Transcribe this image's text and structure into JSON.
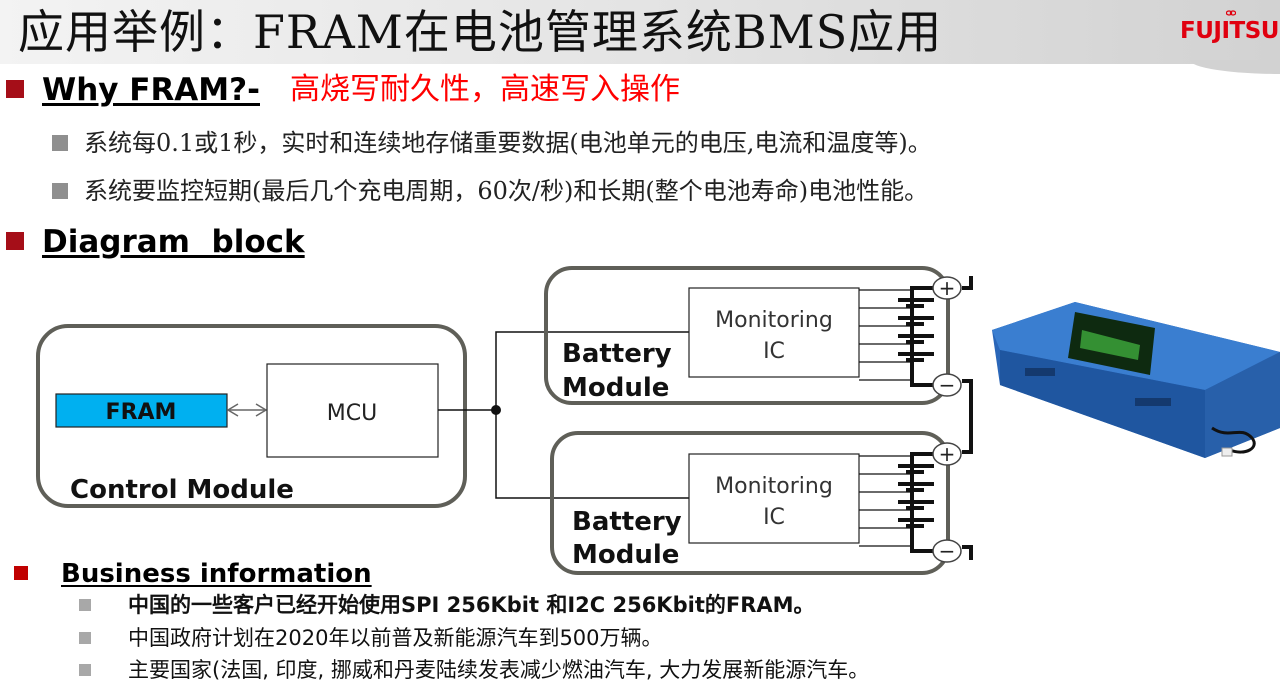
{
  "header": {
    "title": "应用举例：FRAM在电池管理系统BMS应用",
    "logo": "FUJITSU"
  },
  "why": {
    "heading": "Why FRAM?-",
    "subtitle": "高烧写耐久性，高速写入操作",
    "bullets": [
      "系统每0.1或1秒，实时和连续地存储重要数据(电池单元的电压,电流和温度等)。",
      "系统要监控短期(最后几个充电周期，60次/秒)和长期(整个电池寿命)电池性能。"
    ]
  },
  "diagram": {
    "heading": "Diagram  block",
    "control_module": {
      "label": "Control Module",
      "fram": "FRAM",
      "mcu": "MCU"
    },
    "battery_modules": [
      {
        "label_line1": "Battery",
        "label_line2": "Module",
        "ic_line1": "Monitoring",
        "ic_line2": "IC",
        "plus": "+",
        "minus": "−"
      },
      {
        "label_line1": "Battery",
        "label_line2": "Module",
        "ic_line1": "Monitoring",
        "ic_line2": "IC",
        "plus": "+",
        "minus": "−"
      }
    ],
    "colors": {
      "fram_fill": "#00b0f0",
      "module_border": "#5f5f58"
    }
  },
  "business": {
    "heading": "Business information",
    "bullets": [
      {
        "text": "中国的一些客户已经开始使用SPI 256Kbit 和I2C 256Kbit的FRAM。",
        "highlight": true
      },
      {
        "text": "中国政府计划在2020年以前普及新能源汽车到500万辆。",
        "highlight": false
      },
      {
        "text": "主要国家(法国, 印度, 挪威和丹麦陆续发表减少燃油汽车, 大力发展新能源汽车。",
        "highlight": false
      }
    ]
  },
  "colors": {
    "accent_red": "#ff0000",
    "bullet_dark_red": "#a50e18",
    "logo_red": "#e0000f"
  }
}
